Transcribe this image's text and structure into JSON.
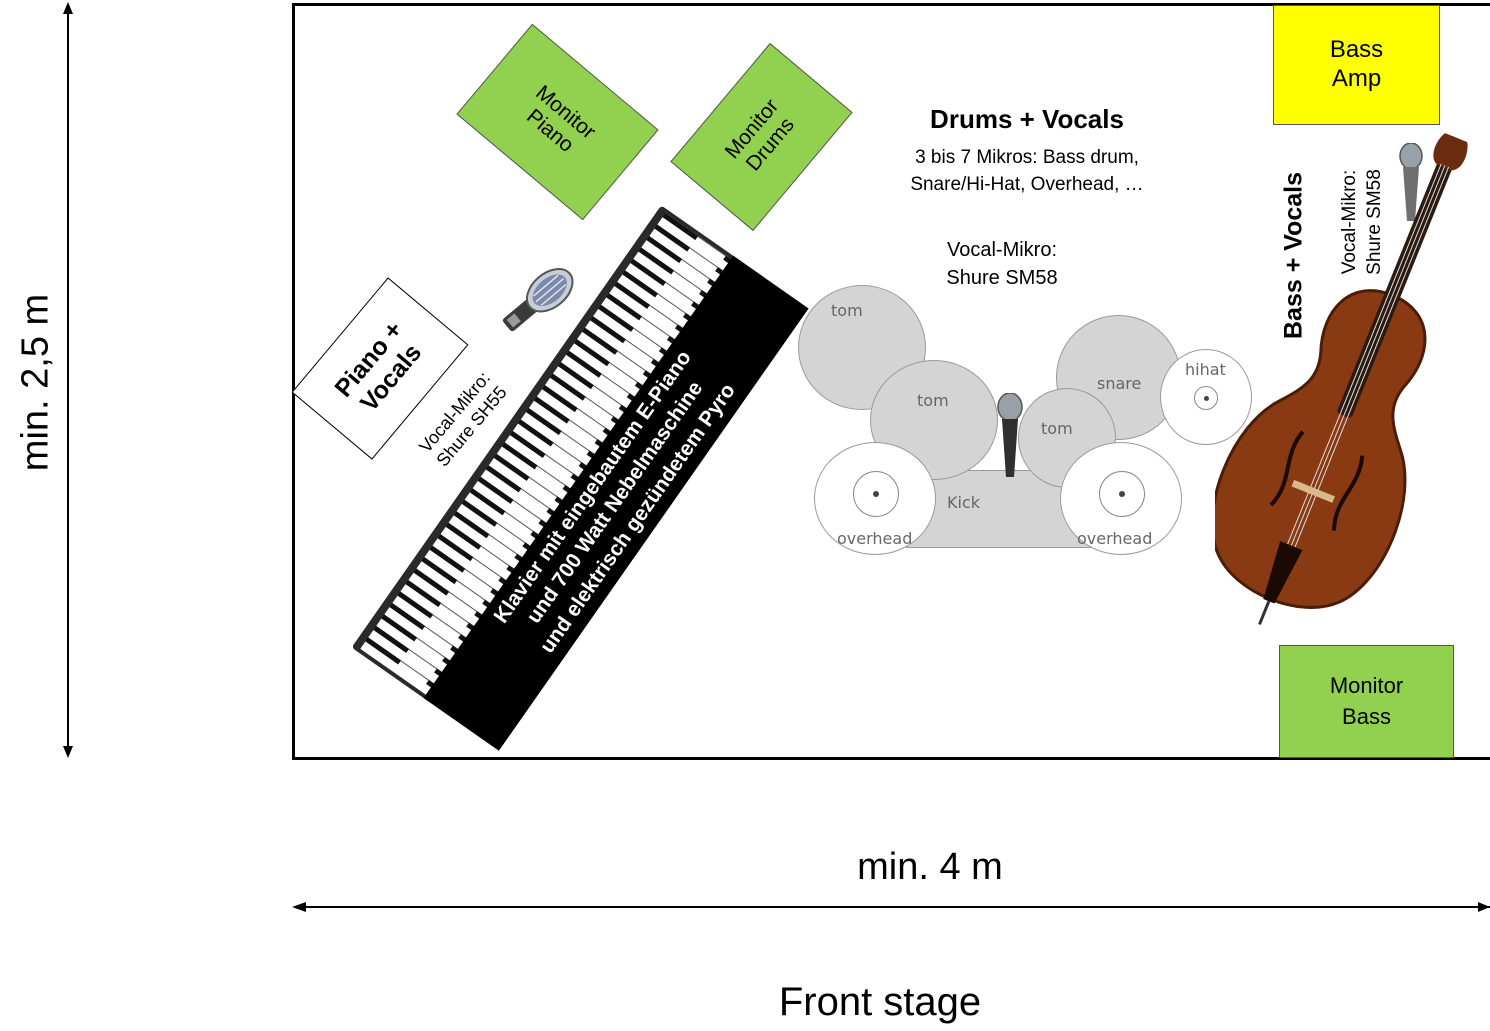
{
  "dimensions": {
    "height_label": "min. 2,5 m",
    "width_label": "min. 4 m",
    "front_label": "Front stage"
  },
  "monitors": {
    "piano": "Monitor\nPiano",
    "drums": "Monitor\nDrums",
    "bass": "Monitor\nBass"
  },
  "bass_amp": "Bass\nAmp",
  "piano": {
    "box_label": "Piano +\nVocals",
    "mic_label": "Vocal-Mikro:\nShure SH55",
    "keyboard_label": "Klavier mit eingebautem E-Piano\nund 700 Watt Nebelmaschine\nund elektrisch gezündetem Pyro"
  },
  "drums": {
    "title": "Drums + Vocals",
    "description": "3 bis 7 Mikros: Bass drum,\nSnare/Hi-Hat, Overhead, …",
    "mic_label": "Vocal-Mikro:\nShure SM58",
    "kit_labels": {
      "tom1": "tom",
      "tom2": "tom",
      "tom3": "tom",
      "snare": "snare",
      "hihat": "hihat",
      "kick": "Kick",
      "overhead_left": "overhead",
      "overhead_right": "overhead"
    }
  },
  "bass": {
    "title": "Bass + Vocals",
    "mic_label": "Vocal-Mikro:\nShure SM58"
  },
  "colors": {
    "monitor": "#92d050",
    "amp": "#ffff00",
    "keyboard_label_bg": "#000000",
    "bass_body": "#8a3a12"
  }
}
